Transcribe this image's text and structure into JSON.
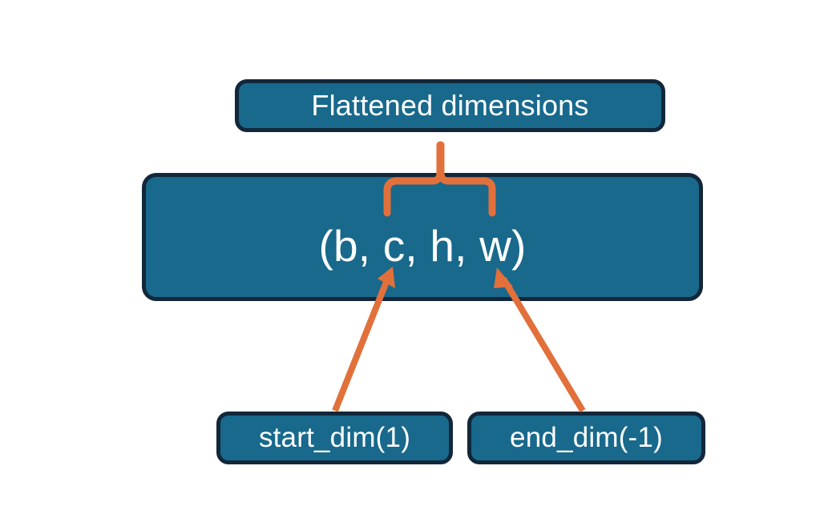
{
  "diagram": {
    "title_node": {
      "label": "Flattened dimensions",
      "name": "flattened-dimensions-box"
    },
    "tensor_node": {
      "label": "(b, c, h, w)",
      "name": "tensor-shape-box"
    },
    "argument_nodes": [
      {
        "label": "start_dim(1)",
        "name": "start-dim-box"
      },
      {
        "label": "end_dim(-1)",
        "name": "end-dim-box"
      }
    ],
    "annotations": {
      "brace": {
        "name": "curly-brace-connector",
        "meaning": "Flattened dimensions spans c, h, w"
      },
      "arrows": [
        {
          "name": "start-dim-arrow",
          "from": "start_dim(1)",
          "to": "c"
        },
        {
          "name": "end-dim-arrow",
          "from": "end_dim(-1)",
          "to": "w"
        }
      ]
    },
    "colors": {
      "box_fill": "#18698C",
      "box_border": "#12273A",
      "text": "#FFFFFF",
      "accent": "#E2703A",
      "background": "#FFFFFF"
    }
  }
}
